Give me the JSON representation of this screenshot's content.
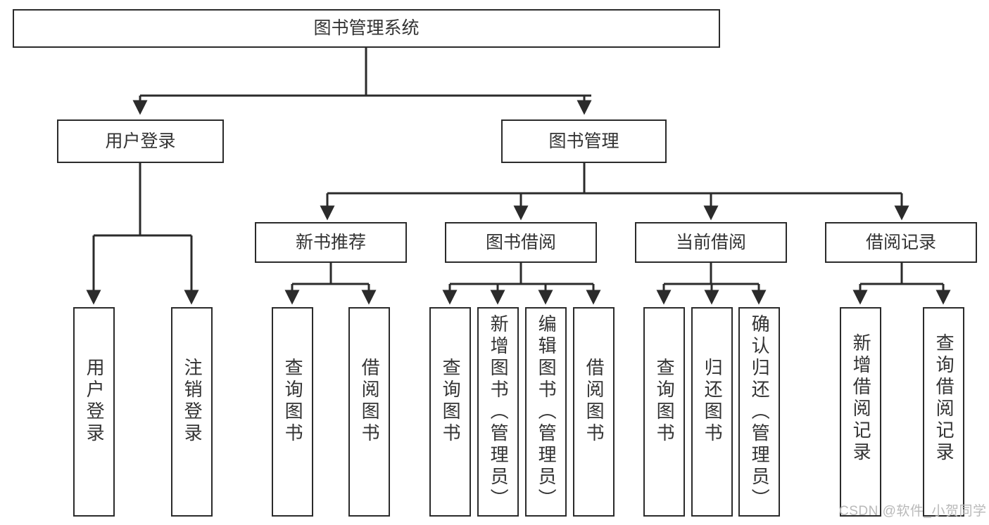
{
  "diagram": {
    "type": "tree",
    "title": "图书管理系统",
    "watermark": "CSDN @软件_小贺同学",
    "colors": {
      "box_border": "#2b2b2b",
      "box_fill": "#ffffff",
      "edge": "#2b2b2b",
      "text": "#333333",
      "watermark": "#b9b9b9",
      "background": "#ffffff"
    },
    "root": {
      "label": "图书管理系统"
    },
    "level2": [
      {
        "label": "用户登录"
      },
      {
        "label": "图书管理"
      }
    ],
    "level3": [
      {
        "label": "新书推荐"
      },
      {
        "label": "图书借阅"
      },
      {
        "label": "当前借阅"
      },
      {
        "label": "借阅记录"
      }
    ],
    "leaves": [
      {
        "label": "用户登录",
        "parent": "用户登录"
      },
      {
        "label": "注销登录",
        "parent": "用户登录"
      },
      {
        "label": "查询图书",
        "parent": "新书推荐"
      },
      {
        "label": "借阅图书",
        "parent": "新书推荐"
      },
      {
        "label": "查询图书",
        "parent": "图书借阅"
      },
      {
        "label": "新增图书（管理员）",
        "parent": "图书借阅"
      },
      {
        "label": "编辑图书（管理员）",
        "parent": "图书借阅"
      },
      {
        "label": "借阅图书",
        "parent": "图书借阅"
      },
      {
        "label": "查询图书",
        "parent": "当前借阅"
      },
      {
        "label": "归还图书",
        "parent": "当前借阅"
      },
      {
        "label": "确认归还（管理员）",
        "parent": "当前借阅"
      },
      {
        "label": "新增借阅记录",
        "parent": "借阅记录"
      },
      {
        "label": "查询借阅记录",
        "parent": "借阅记录"
      }
    ]
  }
}
